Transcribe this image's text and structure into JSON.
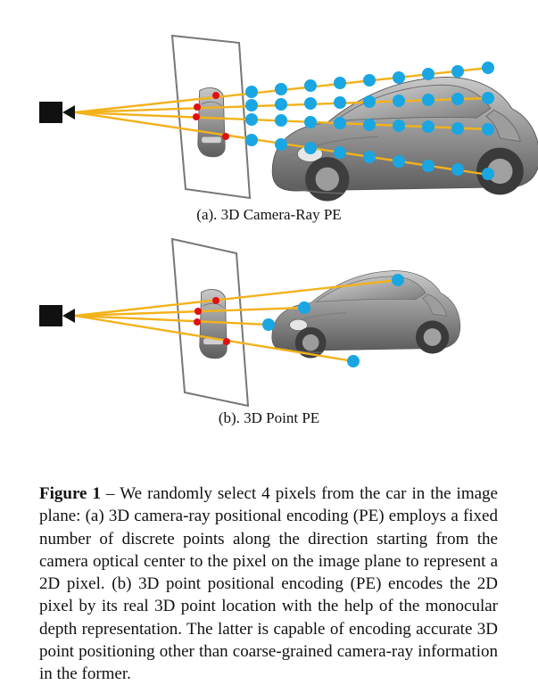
{
  "figure": {
    "subcaption_a": "(a). 3D Camera-Ray PE",
    "subcaption_b": "(b). 3D Point PE",
    "colors": {
      "ray": "#f2b21c",
      "pixel": "#e01010",
      "point": "#1aa6e2",
      "camera": "#111111",
      "car_body": "#9a9a9a"
    },
    "icons": [
      "camera-icon",
      "car-image"
    ]
  },
  "caption": {
    "label": "Figure 1",
    "text": " – We randomly select 4 pixels from the car in the image plane: (a) 3D camera-ray positional encoding (PE) employs a fixed number of discrete points along the direction starting from the camera optical center to the pixel on the image plane to represent a 2D pixel. (b) 3D point positional encoding (PE) encodes the 2D pixel by its real 3D point location with the help of the monocular depth representation. The latter is capable of encoding accurate 3D point positioning other than coarse-grained camera-ray information in the former."
  }
}
